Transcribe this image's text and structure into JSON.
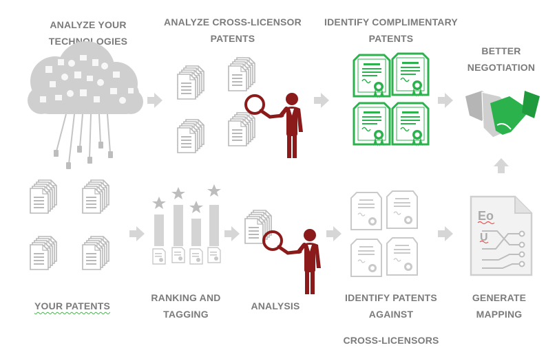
{
  "steps": {
    "analyze_technologies": [
      "ANALYZE YOUR",
      "TECHNOLOGIES"
    ],
    "analyze_cross": [
      "ANALYZE CROSS-LICENSOR",
      "PATENTS"
    ],
    "identify_complimentary": [
      "IDENTIFY COMPLIMENTARY",
      "PATENTS"
    ],
    "better_negotiation": [
      "BETTER",
      "NEGOTIATION"
    ],
    "your_patents": "YOUR PATENTS",
    "ranking": [
      "RANKING AND",
      "TAGGING"
    ],
    "analysis": "ANALYSIS",
    "identify_against": [
      "IDENTIFY PATENTS",
      "AGAINST",
      "CROSS-LICENSORS"
    ],
    "generate_mapping": [
      "GENERATE",
      "MAPPING"
    ]
  },
  "mapping_doc_text": [
    "Eo",
    "U"
  ],
  "colors": {
    "gray": "#7b7b7b",
    "light_gray": "#d3d3d3",
    "green": "#2bb24c",
    "red": "#8b1a1a"
  },
  "icons": [
    "cloud-icon",
    "document-stack-icon",
    "magnifier-person-icon",
    "certificate-icon",
    "handshake-icon",
    "bar-chart-stars-icon",
    "mapping-document-icon",
    "arrow-icon"
  ]
}
